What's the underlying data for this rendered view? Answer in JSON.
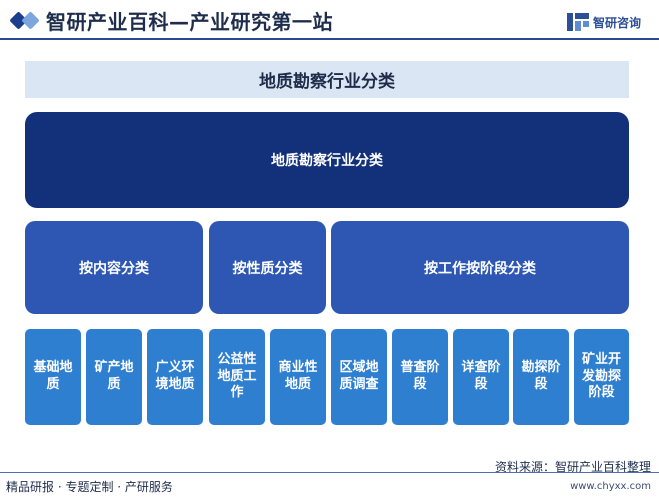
{
  "header": {
    "title": "智研产业百科—产业研究第一站",
    "logo_text": "智研咨询"
  },
  "subtitle": "地质勘察行业分类",
  "diagram": {
    "root": "地质勘察行业分类",
    "categories": [
      {
        "label": "按内容分类",
        "children": [
          "基础地质",
          "矿产地质",
          "广义环境地质"
        ]
      },
      {
        "label": "按性质分类",
        "children": [
          "公益性地质工作",
          "商业性地质"
        ]
      },
      {
        "label": "按工作按阶段分类",
        "children": [
          "区域地质调查",
          "普查阶段",
          "详查阶段",
          "勘探阶段",
          "矿业开发勘探阶段"
        ]
      }
    ]
  },
  "footer": {
    "left": "精品研报 · 专题定制 · 产研服务",
    "source": "资料来源：智研产业百科整理",
    "url": "www.chyxx.com"
  },
  "colors": {
    "root_fill": "#13307a",
    "category_fill": "#2d57b2",
    "leaf_fill": "#2f7fd1",
    "banner_fill": "#dbe6f4",
    "accent": "#2a4a8f"
  }
}
